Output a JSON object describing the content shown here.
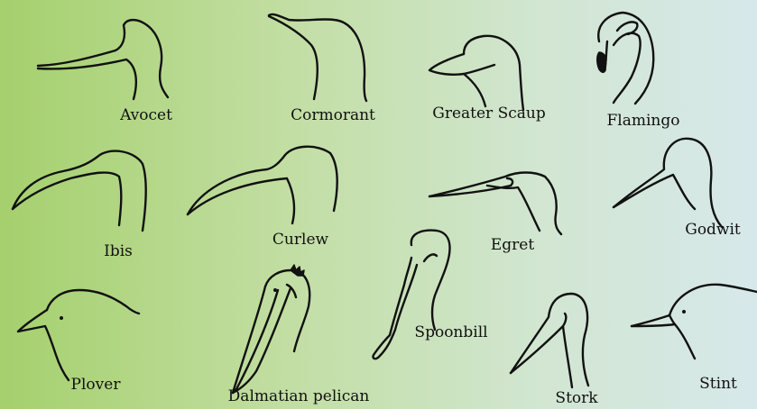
{
  "birds": [
    {
      "id": "avocet",
      "label": "Avocet"
    },
    {
      "id": "cormorant",
      "label": "Cormorant"
    },
    {
      "id": "greater-scaup",
      "label": "Greater Scaup"
    },
    {
      "id": "flamingo",
      "label": "Flamingo"
    },
    {
      "id": "ibis",
      "label": "Ibis"
    },
    {
      "id": "curlew",
      "label": "Curlew"
    },
    {
      "id": "egret",
      "label": "Egret"
    },
    {
      "id": "godwit",
      "label": "Godwit"
    },
    {
      "id": "plover",
      "label": "Plover"
    },
    {
      "id": "dalmatian-pelican",
      "label": "Dalmatian pelican"
    },
    {
      "id": "spoonbill",
      "label": "Spoonbill"
    },
    {
      "id": "stork",
      "label": "Stork"
    },
    {
      "id": "stint",
      "label": "Stint"
    }
  ],
  "colors": {
    "gradient_left": "#a5d06d",
    "gradient_right": "#d6e8ea",
    "ink": "#111111"
  }
}
